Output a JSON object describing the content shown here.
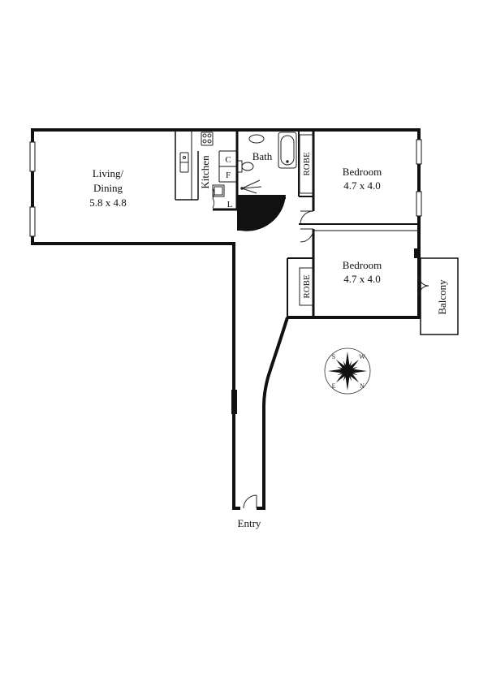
{
  "colors": {
    "wall": "#111111",
    "fixture": "#222222",
    "background": "#ffffff"
  },
  "rooms": {
    "living": {
      "name_line1": "Living/",
      "name_line2": "Dining",
      "size": "5.8 x 4.8"
    },
    "kitchen": {
      "name": "Kitchen"
    },
    "bath": {
      "name": "Bath"
    },
    "bedroom1": {
      "name": "Bedroom",
      "size": "4.7 x 4.0"
    },
    "bedroom2": {
      "name": "Bedroom",
      "size": "4.7 x 4.0"
    },
    "robe1": {
      "name": "ROBE"
    },
    "robe2": {
      "name": "ROBE"
    },
    "balcony": {
      "name": "Balcony"
    },
    "entry": {
      "name": "Entry"
    },
    "cupboard_c": {
      "name": "C"
    },
    "cupboard_f": {
      "name": "F"
    },
    "laundry": {
      "name": "L"
    }
  },
  "compass": {
    "letters": [
      "S",
      "W",
      "E",
      "N"
    ]
  }
}
